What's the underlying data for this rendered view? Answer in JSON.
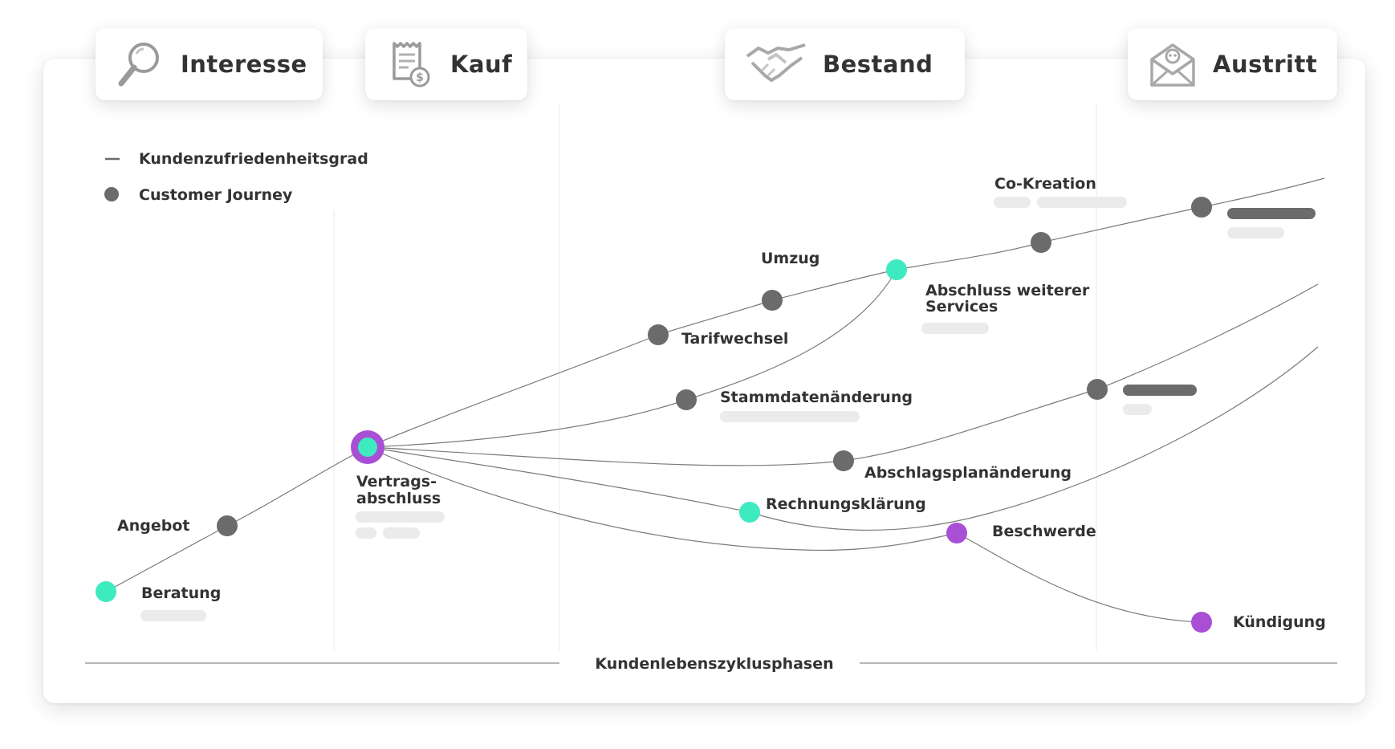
{
  "phases": [
    {
      "label": "Interesse",
      "icon": "magnifier-icon"
    },
    {
      "label": "Kauf",
      "icon": "receipt-icon"
    },
    {
      "label": "Bestand",
      "icon": "handshake-icon"
    },
    {
      "label": "Austritt",
      "icon": "envelope-skull-icon"
    }
  ],
  "legend": {
    "satisfaction_label": "Kundenzufriedenheitsgrad",
    "journey_label": "Customer Journey"
  },
  "axis": {
    "label": "Kundenlebenszyklusphasen"
  },
  "nodes": {
    "beratung": {
      "label": "Beratung",
      "kind": "positive"
    },
    "angebot": {
      "label": "Angebot",
      "kind": "neutral"
    },
    "vertragsabschluss": {
      "label_line1": "Vertrags-",
      "label_line2": "abschluss",
      "kind": "milestone"
    },
    "tarifwechsel": {
      "label": "Tarifwechsel",
      "kind": "neutral"
    },
    "umzug": {
      "label": "Umzug",
      "kind": "neutral"
    },
    "stammdatenaenderung": {
      "label": "Stammdatenänderung",
      "kind": "neutral"
    },
    "abschluss_services": {
      "label_line1": "Abschluss weiterer",
      "label_line2": "Services",
      "kind": "positive"
    },
    "co_kreation": {
      "label": "Co-Kreation",
      "kind": "neutral"
    },
    "abschlagsplanaenderung": {
      "label": "Abschlagsplanänderung",
      "kind": "neutral"
    },
    "rechnungsklaerung": {
      "label": "Rechnungsklärung",
      "kind": "positive"
    },
    "beschwerde": {
      "label": "Beschwerde",
      "kind": "negative"
    },
    "kuendigung": {
      "label": "Kündigung",
      "kind": "negative"
    },
    "top_right": {
      "kind": "neutral"
    },
    "mid_right": {
      "kind": "neutral"
    }
  },
  "colors": {
    "positive": "#3EEBC0",
    "neutral": "#6B6B6B",
    "negative": "#A84FD6",
    "milestone_ring": "#A84FD6",
    "line": "#7A7A7A",
    "placeholder": "#EBEBEB",
    "placeholder_dark": "#6B6B6B",
    "text": "#333333"
  }
}
